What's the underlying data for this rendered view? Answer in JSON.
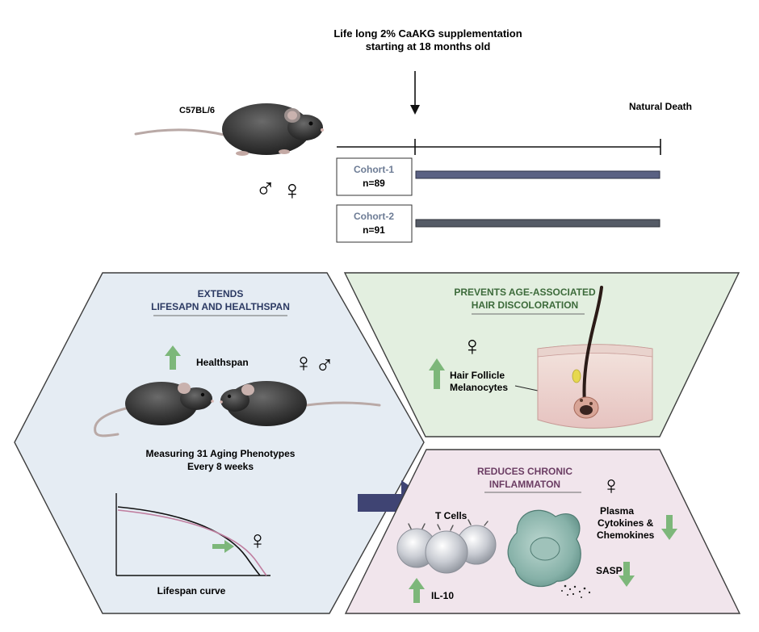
{
  "top": {
    "supplement_line1": "Life long 2% CaAKG supplementation",
    "supplement_line2": "starting at 18 months old",
    "strain": "C57BL/6",
    "end_label": "Natural Death",
    "cohorts": [
      {
        "name": "Cohort-1",
        "n": "n=89"
      },
      {
        "name": "Cohort-2",
        "n": "n=91"
      }
    ],
    "sex_symbols": [
      "♂",
      "♀"
    ]
  },
  "panel_lifespan": {
    "title_line1": "EXTENDS",
    "title_line2": "LIFESAPN AND HEALTHSPAN",
    "healthspan_label": "Healthspan",
    "sex_symbols": [
      "♀",
      "♂"
    ],
    "measure_line1": "Measuring 31 Aging Phenotypes",
    "measure_line2": "Every 8 weeks",
    "curve_label": "Lifespan curve",
    "curve_sex_symbol": "♀"
  },
  "panel_hair": {
    "title_line1": "PREVENTS AGE-ASSOCIATED",
    "title_line2": "HAIR DISCOLORATION",
    "sex_symbol": "♀",
    "label_line1": "Hair Follicle",
    "label_line2": "Melanocytes"
  },
  "panel_inflammation": {
    "title_line1": "REDUCES CHRONIC",
    "title_line2": "INFLAMMATON",
    "sex_symbol": "♀",
    "tcells_label": "T Cells",
    "il10_label": "IL-10",
    "plasma_line1": "Plasma",
    "plasma_line2": "Cytokines &",
    "plasma_line3": "Chemokines",
    "sasp_label": "SASP"
  },
  "colors": {
    "panel_blue_bg": "#e5ecf3",
    "panel_green_bg": "#e3efe0",
    "panel_pink_bg": "#f1e5ec",
    "title_blue": "#2c3a63",
    "title_green": "#3d6b3b",
    "title_purple": "#6b3d63",
    "cohort_text": "#6d7c95",
    "cohort1_bar": "#5a6183",
    "cohort2_bar": "#555b66",
    "up_arrow": "#7db77a",
    "big_arrow": "#3f4473"
  }
}
